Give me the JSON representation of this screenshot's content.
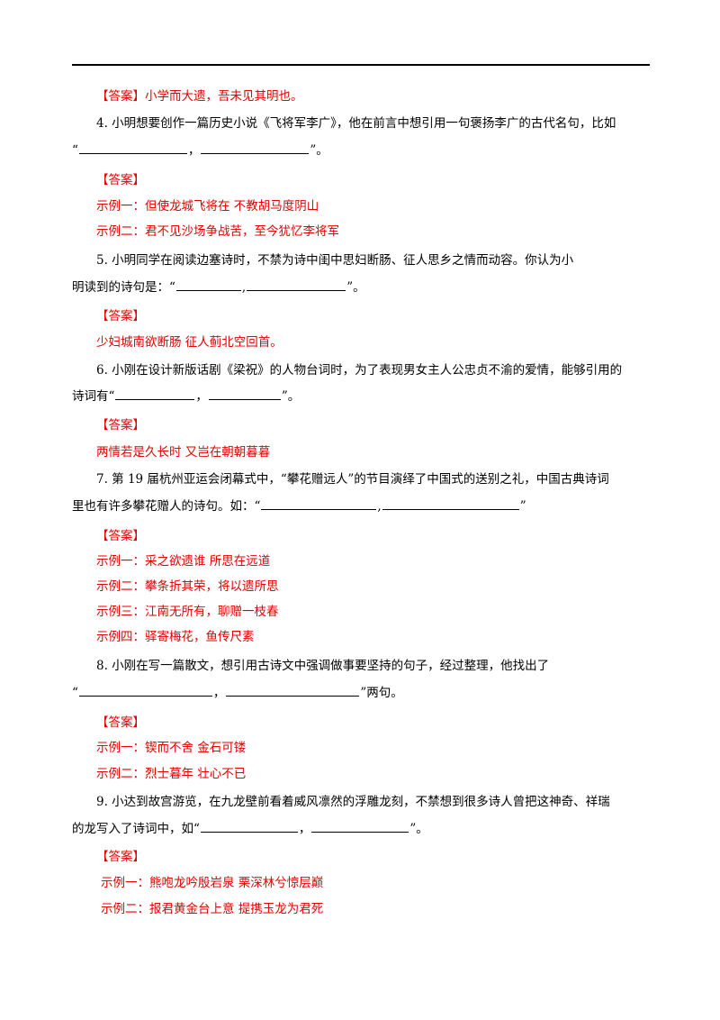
{
  "answer_label": "【答案】",
  "q3": {
    "answer_text": "小学而大遗，吾未见其明也。"
  },
  "q4": {
    "line1": "4. 小明想要创作一篇历史小说《飞将军李广》，他在前言中想引用一句褒扬李广的古代名句，比如",
    "open_quote": "“",
    "comma": "，",
    "close": "”。",
    "ex1": "示例一：但使龙城飞将在  不教胡马度阴山",
    "ex2": "示例二：君不见沙场争战苦，至今犹忆李将军"
  },
  "q5": {
    "line1": "5. 小明同学在阅读边塞诗时，不禁为诗中闺中思妇断肠、征人思乡之情而动容。你认为小",
    "line2_prefix": "明读到的诗句是：“",
    "sep": ",",
    "close": "”。",
    "answer": "少妇城南欲断肠   征人蓟北空回首。"
  },
  "q6": {
    "line1": "6. 小刚在设计新版话剧《梁祝》的人物台词时，为了表现男女主人公忠贞不渝的爱情，能够引用的",
    "line2_prefix": "诗词有“",
    "comma": "，",
    "close": "”。",
    "answer": "两情若是久长时   又岂在朝朝暮暮"
  },
  "q7": {
    "line1": "7. 第 19 届杭州亚运会闭幕式中，“攀花赠远人”的节目演绎了中国式的送别之礼，中国古典诗词",
    "line2_prefix": "里也有许多攀花赠人的诗句。如：“",
    "sep": ",",
    "close": "”",
    "ex1": "示例一：采之欲遗谁  所思在远道",
    "ex2": "示例二：攀条折其荣，将以遗所思",
    "ex3": "示例三：江南无所有，聊赠一枝春",
    "ex4": "示例四：驿寄梅花，鱼传尺素"
  },
  "q8": {
    "line1": "8. 小刚在写一篇散文，想引用古诗文中强调做事要坚持的句子，经过整理，他找出了",
    "open_quote": "“",
    "comma": "，",
    "close": "”两句。",
    "ex1": "示例一：锲而不舍   金石可镂",
    "ex2": "示例二：烈士暮年   壮心不已"
  },
  "q9": {
    "line1": "9. 小达到故宫游览，在九龙壁前看着威风凛然的浮雕龙刻，不禁想到很多诗人曾把这神奇、祥瑞",
    "line2_prefix": "的龙写入了诗词中，如“",
    "comma": "，",
    "close": "”。",
    "ex1": "示例一：熊咆龙吟殷岩泉   栗深林兮惊层巅",
    "ex2": "示例二：报君黄金台上意   提携玉龙为君死"
  }
}
